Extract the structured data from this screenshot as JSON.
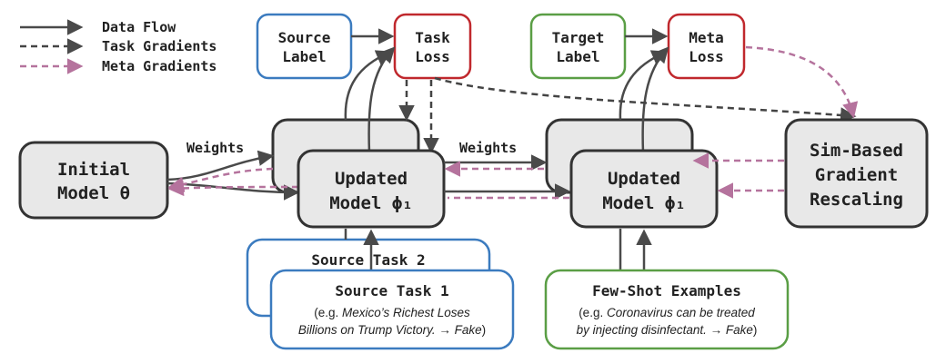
{
  "legend": {
    "data_flow": "Data Flow",
    "task_gradients": "Task Gradients",
    "meta_gradients": "Meta Gradients"
  },
  "nodes": {
    "source_label": [
      "Source",
      "Label"
    ],
    "task_loss": [
      "Task",
      "Loss"
    ],
    "target_label": [
      "Target",
      "Label"
    ],
    "meta_loss": [
      "Meta",
      "Loss"
    ],
    "initial_model": [
      "Initial",
      "Model θ"
    ],
    "updated_model_left": [
      "Updated",
      "Model ϕ₁"
    ],
    "updated_model_right": [
      "Updated",
      "Model ϕ₁"
    ],
    "sim_rescaling": [
      "Sim-Based",
      "Gradient",
      "Rescaling"
    ]
  },
  "edge_labels": {
    "weights_left": "Weights",
    "weights_right": "Weights"
  },
  "source_task_2": {
    "title": "Source Task 2"
  },
  "source_task_1": {
    "title": "Source Task 1",
    "example_prefix": "(e.g. ",
    "example_italic_line1": "Mexico’s Richest Loses",
    "example_italic_line2": "Billions on Trump Victory. → Fake",
    "example_suffix": ")"
  },
  "few_shot": {
    "title": "Few-Shot Examples",
    "example_prefix": "(e.g. ",
    "example_italic_line1": "Coronavirus can be treated",
    "example_italic_line2": "by injecting disinfectant. → Fake",
    "example_suffix": ")"
  },
  "colors": {
    "data_flow": "#4a4a4a",
    "task_gradients": "#444444",
    "meta_gradients": "#b5739d",
    "source_border": "#3b7bbf",
    "loss_border": "#c0282d",
    "target_border": "#5a9e45",
    "model_fill": "#e8e8e8",
    "model_border": "#333333"
  }
}
